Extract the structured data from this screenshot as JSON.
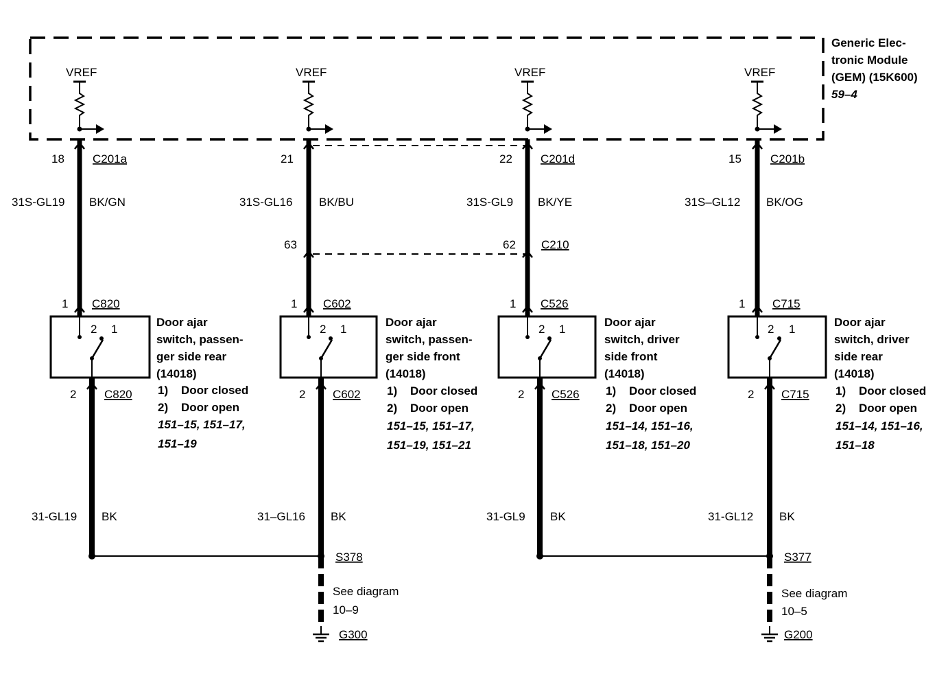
{
  "module": {
    "title_lines": [
      "Generic Elec-",
      "tronic Module",
      "(GEM) (15K600)"
    ],
    "page_ref": "59–4"
  },
  "circuits": [
    {
      "vref": "VREF",
      "gem_pin": "18",
      "gem_conn": "C201a",
      "wire_code": "31S-GL19",
      "wire_color": "BK/GN",
      "sw_pin_top": "1",
      "sw_conn_top": "C820",
      "sw_pos_a": "2",
      "sw_pos_b": "1",
      "sw_pin_bot": "2",
      "sw_conn_bot": "C820",
      "switch_label": [
        "Door ajar",
        "switch, passen-",
        "ger side rear",
        "(14018)"
      ],
      "states": [
        {
          "num": "1)",
          "text": "Door closed"
        },
        {
          "num": "2)",
          "text": "Door open"
        }
      ],
      "refs": [
        "151–15, 151–17,",
        "151–19"
      ],
      "gnd_wire_code": "31-GL19",
      "gnd_wire_color": "BK"
    },
    {
      "vref": "VREF",
      "gem_pin": "21",
      "gem_conn": "",
      "wire_code": "31S-GL16",
      "wire_color": "BK/BU",
      "inline_pin": "63",
      "sw_pin_top": "1",
      "sw_conn_top": "C602",
      "sw_pos_a": "2",
      "sw_pos_b": "1",
      "sw_pin_bot": "2",
      "sw_conn_bot": "C602",
      "switch_label": [
        "Door ajar",
        "switch, passen-",
        "ger side front",
        "(14018)"
      ],
      "states": [
        {
          "num": "1)",
          "text": "Door closed"
        },
        {
          "num": "2)",
          "text": "Door open"
        }
      ],
      "refs": [
        "151–15, 151–17,",
        "151–19, 151–21"
      ],
      "gnd_wire_code": "31–GL16",
      "gnd_wire_color": "BK"
    },
    {
      "vref": "VREF",
      "gem_pin": "22",
      "gem_conn": "C201d",
      "wire_code": "31S-GL9",
      "wire_color": "BK/YE",
      "inline_pin": "62",
      "inline_conn": "C210",
      "sw_pin_top": "1",
      "sw_conn_top": "C526",
      "sw_pos_a": "2",
      "sw_pos_b": "1",
      "sw_pin_bot": "2",
      "sw_conn_bot": "C526",
      "switch_label": [
        "Door ajar",
        "switch, driver",
        "side front",
        "(14018)"
      ],
      "states": [
        {
          "num": "1)",
          "text": "Door closed"
        },
        {
          "num": "2)",
          "text": "Door open"
        }
      ],
      "refs": [
        "151–14, 151–16,",
        "151–18, 151–20"
      ],
      "gnd_wire_code": "31-GL9",
      "gnd_wire_color": "BK"
    },
    {
      "vref": "VREF",
      "gem_pin": "15",
      "gem_conn": "C201b",
      "wire_code": "31S–GL12",
      "wire_color": "BK/OG",
      "sw_pin_top": "1",
      "sw_conn_top": "C715",
      "sw_pos_a": "2",
      "sw_pos_b": "1",
      "sw_pin_bot": "2",
      "sw_conn_bot": "C715",
      "switch_label": [
        "Door ajar",
        "switch, driver",
        "side rear",
        "(14018)"
      ],
      "states": [
        {
          "num": "1)",
          "text": "Door closed"
        },
        {
          "num": "2)",
          "text": "Door open"
        }
      ],
      "refs": [
        "151–14, 151–16,",
        "151–18"
      ],
      "gnd_wire_code": "31-GL12",
      "gnd_wire_color": "BK"
    }
  ],
  "splices": [
    {
      "id": "S378",
      "see": [
        "See diagram",
        "10–9"
      ],
      "ground": "G300"
    },
    {
      "id": "S377",
      "see": [
        "See diagram",
        "10–5"
      ],
      "ground": "G200"
    }
  ]
}
